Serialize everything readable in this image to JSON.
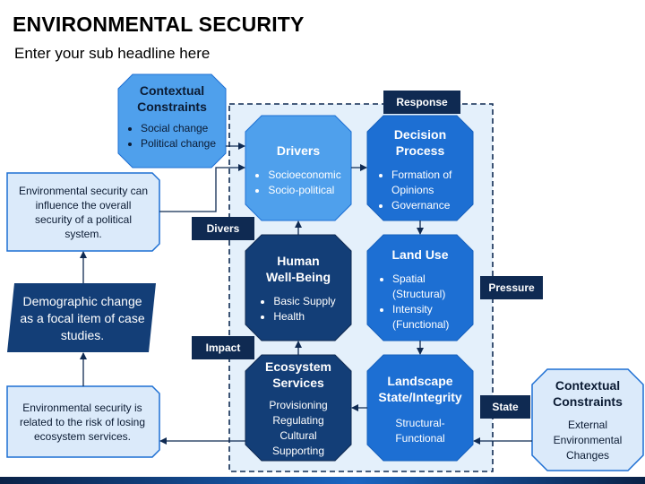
{
  "header": {
    "title": "ENVIRONMENTAL SECURITY",
    "subtitle": "Enter your sub headline here"
  },
  "labels": {
    "response": "Response",
    "pressure": "Pressure",
    "state": "State",
    "drivers": "Divers",
    "impact": "Impact"
  },
  "nodes": {
    "contextual_left": {
      "title": "Contextual Constraints",
      "items": [
        "Social change",
        "Political change"
      ]
    },
    "drivers": {
      "title": "Drivers",
      "items": [
        "Socioeconomic",
        "Socio-political"
      ]
    },
    "decision": {
      "title": "Decision Process",
      "items": [
        "Formation of Opinions",
        "Governance"
      ]
    },
    "wellbeing": {
      "title": "Human Well-Being",
      "items": [
        "Basic Supply",
        "Health"
      ]
    },
    "landuse": {
      "title": "Land Use",
      "items": [
        "Spatial (Structural)",
        "Intensity (Functional)"
      ]
    },
    "ecosystem": {
      "title": "Ecosystem Services",
      "lines": [
        "Provisioning",
        "Regulating",
        "Cultural",
        "Supporting"
      ]
    },
    "landscape": {
      "title": "Landscape State/Integrity",
      "text": "Structural-Functional"
    },
    "contextual_right": {
      "title": "Contextual Constraints",
      "text": "External Environmental Changes"
    }
  },
  "notes": {
    "security_note": "Environmental security can influence the overall security of a political system.",
    "demographic": "Demographic change as a focal item of case studies.",
    "risk_note": "Environmental security is related to the risk of losing ecosystem services."
  },
  "colors": {
    "light_blue": "#4fa0ec",
    "mid_blue": "#1d6fd3",
    "dark_blue": "#133e77",
    "navy": "#0f2a52",
    "pale": "#dbeafa",
    "panel": "#e4f0fb"
  }
}
